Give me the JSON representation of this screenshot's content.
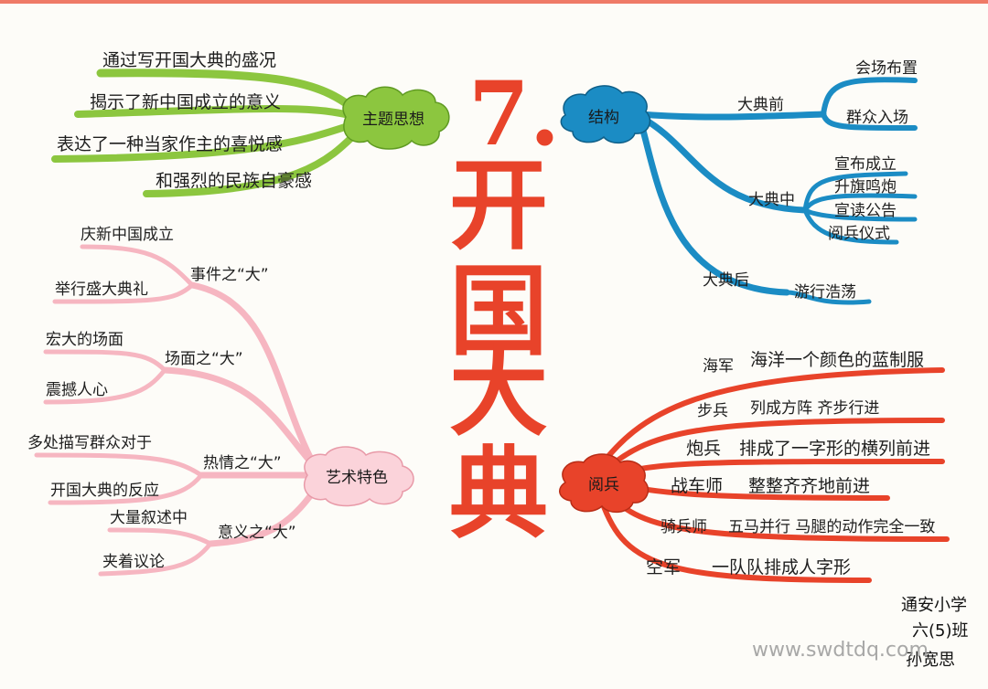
{
  "title": {
    "number": "7.",
    "chars": [
      "开",
      "国",
      "大",
      "典"
    ]
  },
  "colors": {
    "title": "#e8432a",
    "theme": "#8cc63f",
    "structure": "#1b8cc4",
    "art": "#f6b6c1",
    "parade": "#e8432a"
  },
  "theme": {
    "label": "主题思想",
    "items": [
      "通过写开国大典的盛况",
      "揭示了新中国成立的意义",
      "表达了一种当家作主的喜悦感",
      "和强烈的民族自豪感"
    ]
  },
  "structure": {
    "label": "结构",
    "groups": [
      {
        "label": "大典前",
        "items": [
          "会场布置",
          "群众入场"
        ]
      },
      {
        "label": "大典中",
        "items": [
          "宣布成立",
          "升旗鸣炮",
          "宣读公告",
          "阅兵仪式"
        ]
      },
      {
        "label": "大典后",
        "items": [
          "游行浩荡"
        ]
      }
    ]
  },
  "art": {
    "label": "艺术特色",
    "groups": [
      {
        "label": "事件之“大”",
        "items": [
          "庆新中国成立",
          "举行盛大典礼"
        ]
      },
      {
        "label": "场面之“大”",
        "items": [
          "宏大的场面",
          "震撼人心"
        ]
      },
      {
        "label": "热情之“大”",
        "items": [
          "多处描写群众对于",
          "开国大典的反应"
        ]
      },
      {
        "label": "意义之“大”",
        "items": [
          "大量叙述中",
          "夹着议论"
        ]
      }
    ]
  },
  "parade": {
    "label": "阅兵",
    "items": [
      {
        "troop": "海军",
        "desc": "海洋一个颜色的蓝制服"
      },
      {
        "troop": "步兵",
        "desc": "列成方阵  齐步行进"
      },
      {
        "troop": "炮兵",
        "desc": "排成了一字形的横列前进"
      },
      {
        "troop": "战车师",
        "desc": "整整齐齐地前进"
      },
      {
        "troop": "骑兵师",
        "desc": "五马并行  马腿的动作完全一致"
      },
      {
        "troop": "空军",
        "desc": "一队队排成人字形"
      }
    ]
  },
  "footer": {
    "school": "通安小学",
    "class": "六(5)班",
    "name": "孙宽思"
  },
  "watermark": "www.swdtdq.com"
}
